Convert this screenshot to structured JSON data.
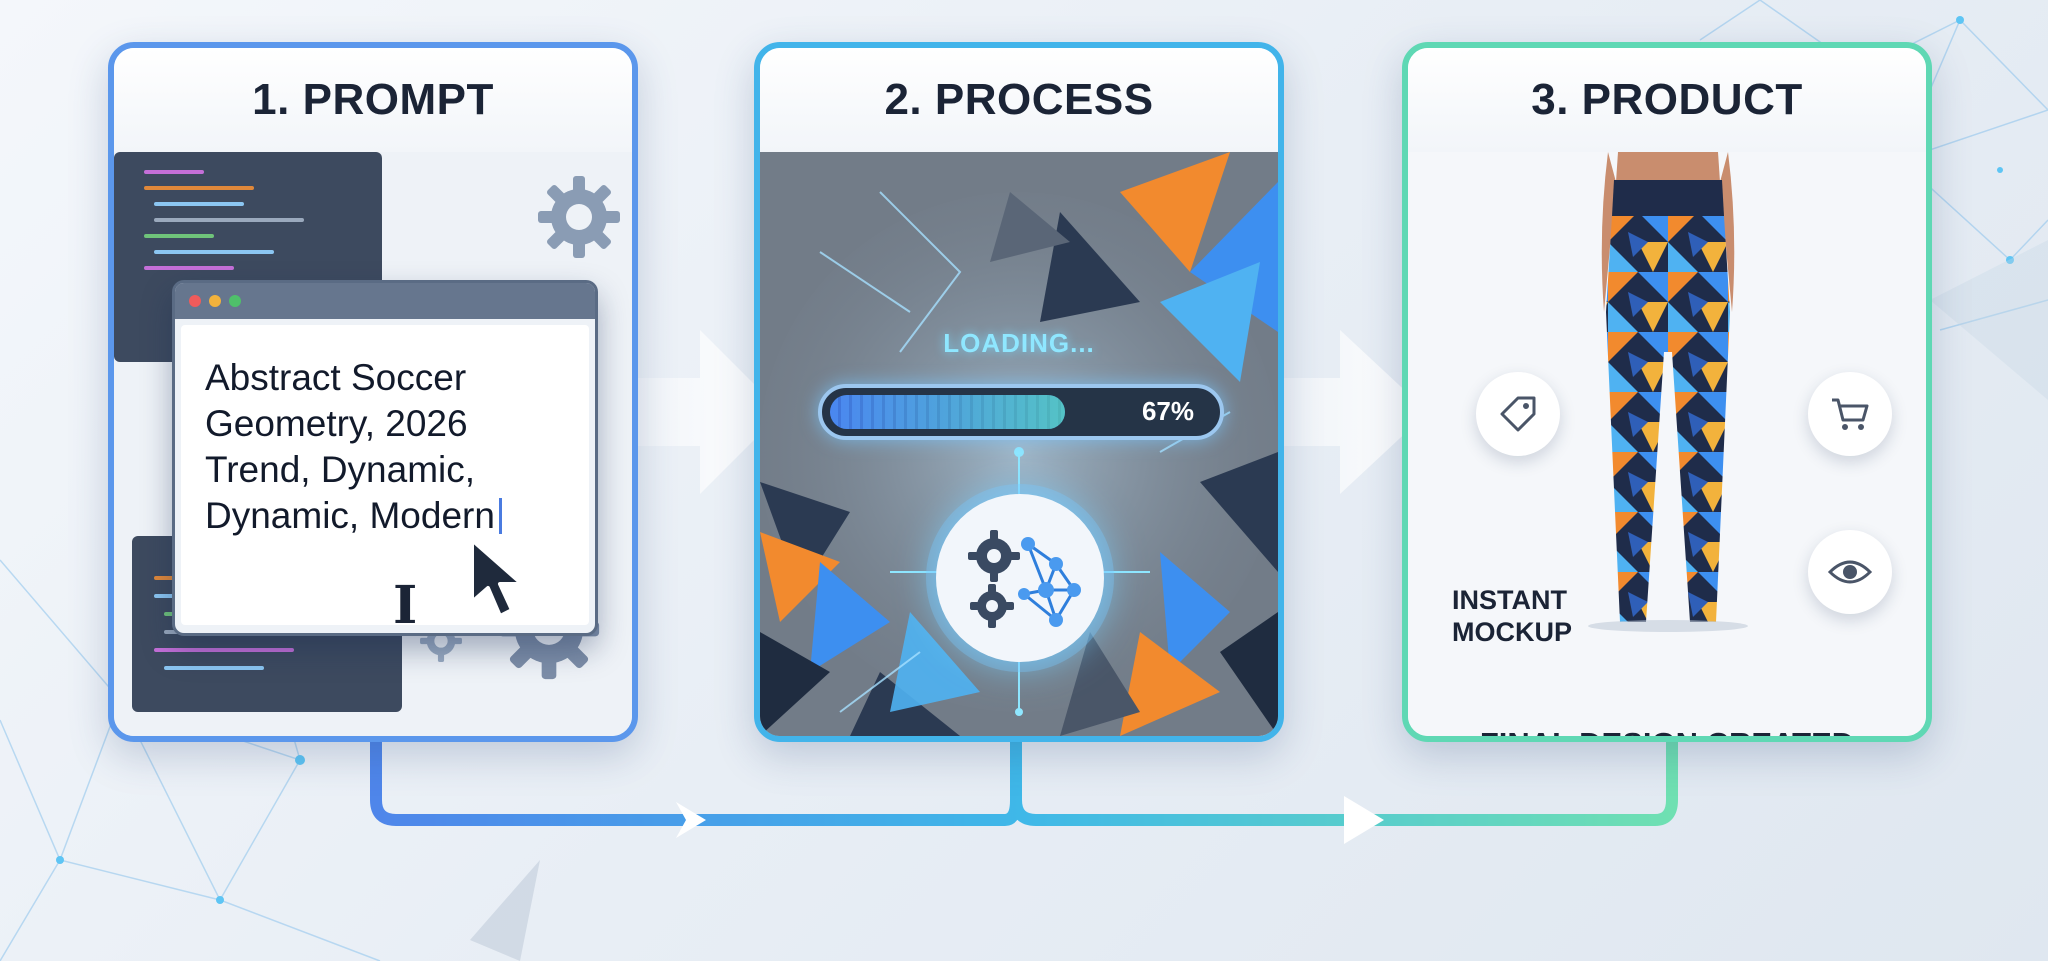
{
  "steps": [
    {
      "title": "1. PROMPT"
    },
    {
      "title": "2. PROCESS"
    },
    {
      "title": "3. PRODUCT"
    }
  ],
  "prompt": {
    "lines": [
      "Abstract Soccer",
      "Geometry, 2026",
      "Trend, Dynamic,",
      "Dynamic, Modern"
    ]
  },
  "process": {
    "loading_label": "LOADING...",
    "progress_percent": 67,
    "progress_text": "67%"
  },
  "product": {
    "mockup_label_line1": "INSTANT",
    "mockup_label_line2": "MOCKUP",
    "final_label": "FINAL DESIGN CREATED",
    "icons": [
      "tag-icon",
      "cart-icon",
      "eye-icon"
    ]
  },
  "colors": {
    "step1_border": "#5b97ec",
    "step2_border": "#42b4ea",
    "step3_border": "#5fd8b4",
    "accent_orange": "#f28a2e",
    "accent_blue": "#3d8ff0"
  }
}
